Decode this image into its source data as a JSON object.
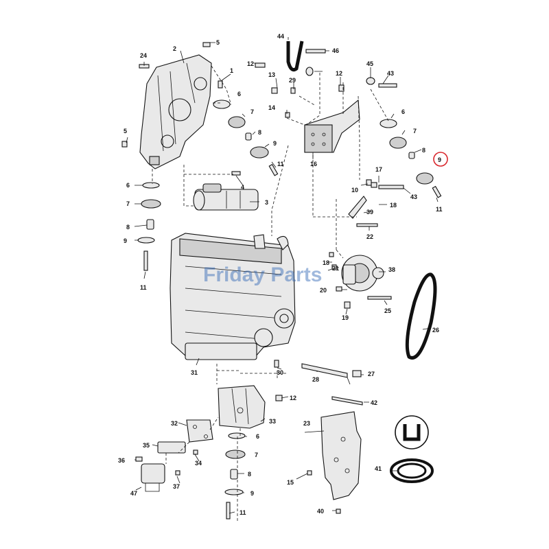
{
  "watermark": {
    "brand": "Friday Parts",
    "color": "#2d64b4"
  },
  "highlight": {
    "label": "9",
    "color": "#d9262c"
  },
  "labels": {
    "l1": "1",
    "l2": "2",
    "l3": "3",
    "l4": "4",
    "l5a": "5",
    "l5b": "5",
    "l6a": "6",
    "l6b": "6",
    "l6c": "6",
    "l6d": "6",
    "l7a": "7",
    "l7b": "7",
    "l7c": "7",
    "l7d": "7",
    "l8a": "8",
    "l8b": "8",
    "l8c": "8",
    "l8d": "8",
    "l9a": "9",
    "l9b": "9",
    "l9d": "9",
    "l10": "10",
    "l11a": "11",
    "l11b": "11",
    "l11c": "11",
    "l11d": "11",
    "l12a": "12",
    "l12b": "12",
    "l12c": "12",
    "l13": "13",
    "l14": "14",
    "l15": "15",
    "l16": "16",
    "l17": "17",
    "l18a": "18",
    "l18b": "18",
    "l19": "19",
    "l20": "20",
    "l21": "21",
    "l22": "22",
    "l23": "23",
    "l24": "24",
    "l25": "25",
    "l26": "26",
    "l27": "27",
    "l28": "28",
    "l29": "29",
    "l30": "30",
    "l31": "31",
    "l32": "32",
    "l33": "33",
    "l34": "34",
    "l35": "35",
    "l36": "36",
    "l37": "37",
    "l38": "38",
    "l39": "39",
    "l40": "40",
    "l41": "41",
    "l42": "42",
    "l43a": "43",
    "l43b": "43",
    "l44": "44",
    "l45": "45",
    "l46": "46",
    "l47": "47"
  }
}
